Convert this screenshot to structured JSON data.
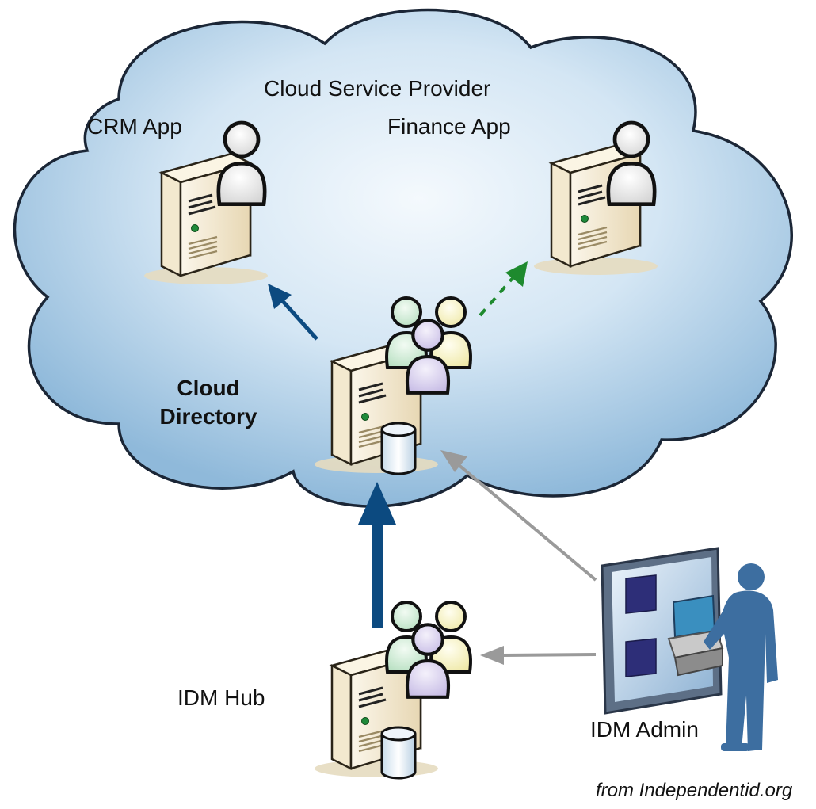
{
  "labels": {
    "provider": "Cloud Service Provider",
    "crm": "CRM App",
    "finance": "Finance App",
    "directory_line1": "Cloud",
    "directory_line2": "Directory",
    "hub": "IDM Hub",
    "admin": "IDM Admin",
    "credit": "from Independentid.org"
  },
  "colors": {
    "cloud_light": "#eef5fb",
    "cloud_dark": "#9ec4e0",
    "cloud_stroke": "#1e2a3a",
    "arrow_primary": "#0c4a80",
    "arrow_grey": "#9a9a9a",
    "arrow_green": "#1e8a2e",
    "admin_silhouette": "#3d6ea0",
    "server_beige": "#f1e7cf"
  },
  "icons": [
    "server-icon",
    "user-icon",
    "user-group-icon",
    "database-icon",
    "admin-console-icon",
    "person-silhouette-icon"
  ]
}
